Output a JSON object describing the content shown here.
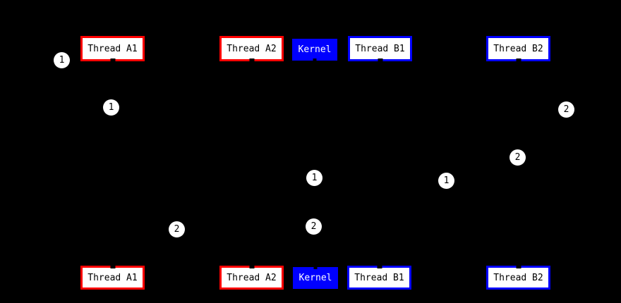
{
  "colors": {
    "background": "#000000",
    "process_a_accent": "#ff0000",
    "process_b_accent": "#0000ff",
    "kernel_fill": "#0000ff",
    "kernel_text": "#ffffff",
    "thread_box_fill": "#ffffff",
    "thread_box_text": "#000000",
    "event_badge_fill": "#ffffff",
    "event_badge_text": "#000000"
  },
  "top_row": [
    {
      "label": "Thread A1"
    },
    {
      "label": "Thread A2"
    },
    {
      "label": "Kernel"
    },
    {
      "label": "Thread B1"
    },
    {
      "label": "Thread B2"
    }
  ],
  "bottom_row": [
    {
      "label": "Thread A1"
    },
    {
      "label": "Thread A2"
    },
    {
      "label": "Kernel"
    },
    {
      "label": "Thread B1"
    },
    {
      "label": "Thread B2"
    }
  ],
  "event_badges": [
    {
      "label": "1"
    },
    {
      "label": "1"
    },
    {
      "label": "2"
    },
    {
      "label": "2"
    },
    {
      "label": "1"
    },
    {
      "label": "1"
    },
    {
      "label": "2"
    },
    {
      "label": "2"
    }
  ]
}
